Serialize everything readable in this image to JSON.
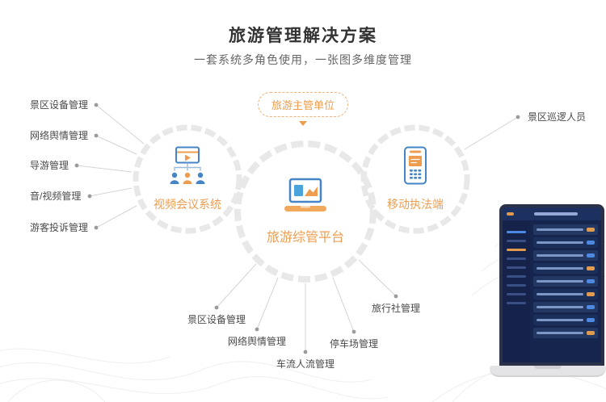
{
  "header": {
    "title": "旅游管理解决方案",
    "subtitle": "一套系统多角色使用，一张图多维度管理"
  },
  "badge": {
    "label": "旅游主管单位"
  },
  "nodes": {
    "left": {
      "label": "视频会议系统",
      "icon": "video-conference-icon"
    },
    "center": {
      "label": "旅游综管平台",
      "icon": "laptop-chart-icon"
    },
    "right": {
      "label": "移动执法端",
      "icon": "mobile-terminal-icon"
    }
  },
  "left_labels": [
    "景区设备管理",
    "网络舆情管理",
    "导游管理",
    "音/视频管理",
    "游客投诉管理"
  ],
  "right_labels": [
    "景区巡逻人员"
  ],
  "bottom_labels": [
    "景区设备管理",
    "网络舆情管理",
    "车流人流管理",
    "停车场管理",
    "旅行社管理"
  ],
  "colors": {
    "accent_orange": "#ED9D4F",
    "icon_blue": "#4585C6",
    "ring_gray": "#E8E8E8",
    "line_gray": "#D4D4D4",
    "title_dark": "#333333",
    "subtitle_gray": "#666666"
  }
}
